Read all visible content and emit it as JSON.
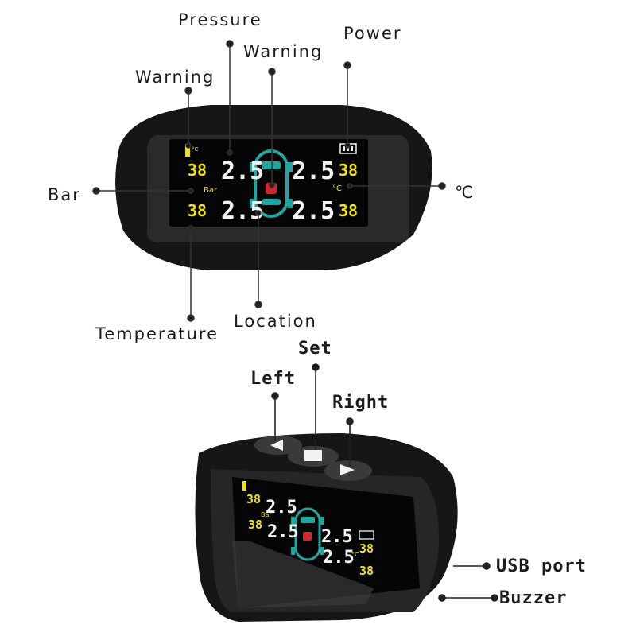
{
  "top_device": {
    "callouts": {
      "pressure": "Pressure",
      "warning_center": "Warning",
      "power": "Power",
      "warning_left": "Warning",
      "bar": "Bar",
      "celsius": "℃",
      "temperature": "Temperature",
      "location": "Location"
    },
    "screen": {
      "temp_values": [
        "38",
        "38",
        "38",
        "38"
      ],
      "pressure_values": [
        "2.5",
        "2.5",
        "2.5",
        "2.5"
      ],
      "unit_bar": "Bar",
      "unit_c": "°C"
    }
  },
  "bottom_device": {
    "callouts": {
      "set": "Set",
      "left": "Left",
      "right": "Right",
      "usb_port": "USB port",
      "buzzer": "Buzzer"
    },
    "screen": {
      "temp_values": [
        "38",
        "38",
        "38",
        "38"
      ],
      "pressure_values": [
        "2.5",
        "2.5",
        "2.5",
        "2.5"
      ],
      "unit_bar": "Bar",
      "unit_c": "°C"
    }
  },
  "colors": {
    "device_body": "#1a1a1a",
    "screen_bg": "#050505",
    "digits_white": "#f2f2f2",
    "digits_yellow": "#f5e400",
    "car_teal": "#1fa6a0",
    "warning_red": "#d9232a"
  }
}
